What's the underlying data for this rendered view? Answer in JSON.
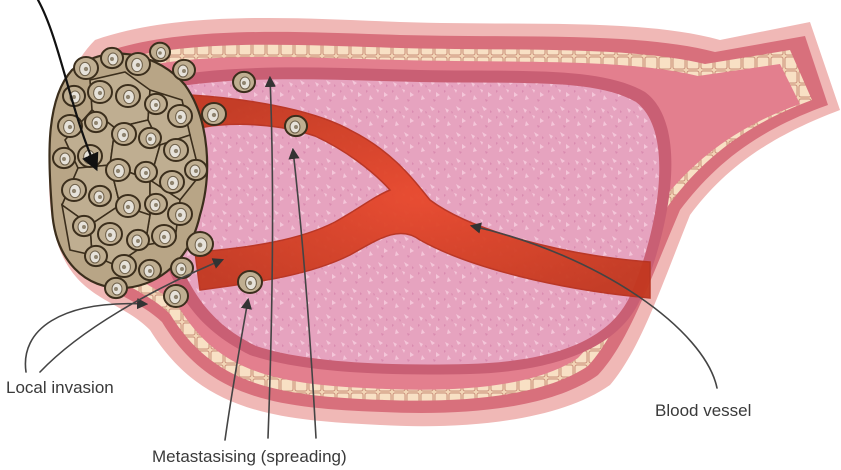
{
  "labels": {
    "local_invasion": "Local invasion",
    "metastasising": "Metastasising (spreading)",
    "blood_vessel": "Blood vessel"
  },
  "colors": {
    "outer_wall": "#d8707c",
    "tissue": "#e9a6c0",
    "tissue_dots": "#f5c6da",
    "inner_rim": "#c95f74",
    "vessel": "#d9442a",
    "vessel_dark": "#b8321e",
    "cell_fill": "#bfae91",
    "cell_stroke": "#3b2e1c",
    "nucleus": "#e6e2da",
    "epithelial": "#f3d6b6",
    "leader_line": "#444444",
    "tumour_arrow": "#111111"
  },
  "icons": [
    "tumour-cell-icon",
    "arrowhead-icon"
  ]
}
